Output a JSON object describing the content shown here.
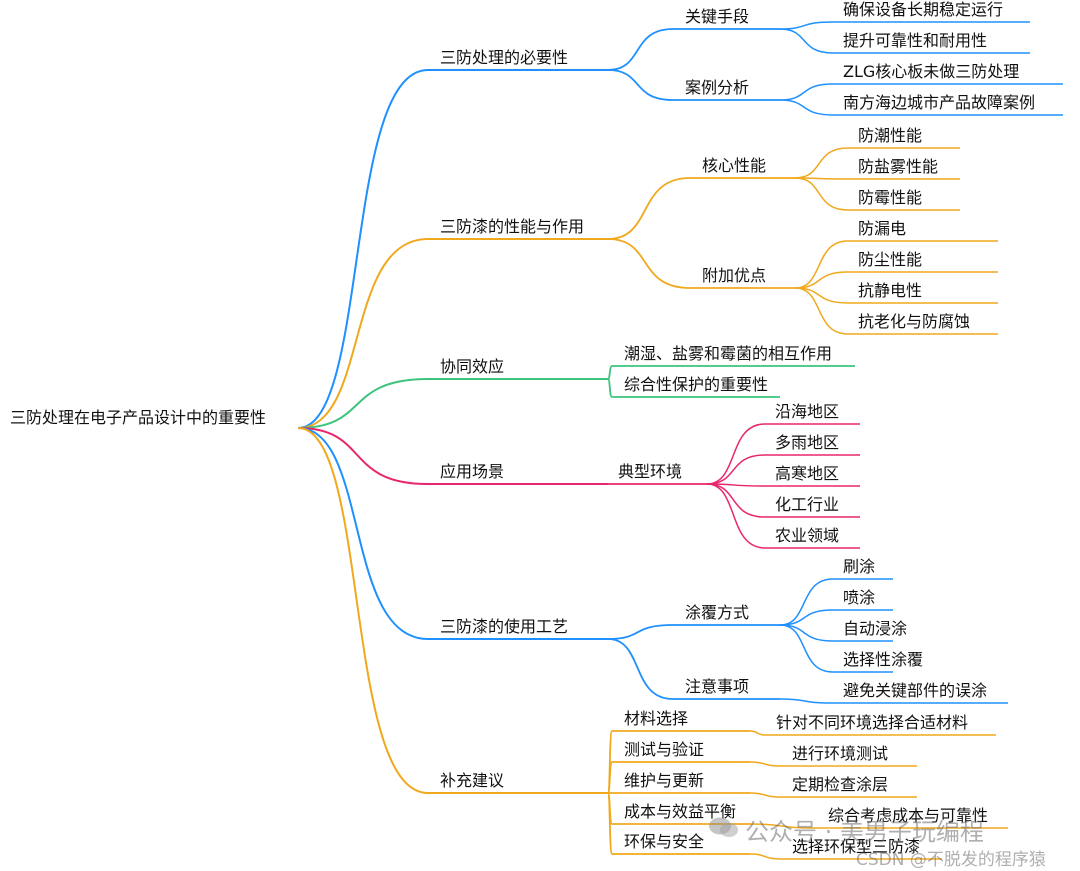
{
  "root": "三防处理在电子产品设计中的重要性",
  "colors": {
    "blue": "#1e90ff",
    "orange": "#f0a81c",
    "green": "#3cc47c",
    "pink": "#e8266d"
  },
  "branches": [
    {
      "label": "三防处理的必要性",
      "color": "#1e90ff",
      "children": [
        {
          "label": "关键手段",
          "children": [
            "确保设备长期稳定运行",
            "提升可靠性和耐用性"
          ]
        },
        {
          "label": "案例分析",
          "children": [
            "ZLG核心板未做三防处理",
            "南方海边城市产品故障案例"
          ]
        }
      ]
    },
    {
      "label": "三防漆的性能与作用",
      "color": "#f0a81c",
      "children": [
        {
          "label": "核心性能",
          "children": [
            "防潮性能",
            "防盐雾性能",
            "防霉性能"
          ]
        },
        {
          "label": "附加优点",
          "children": [
            "防漏电",
            "防尘性能",
            "抗静电性",
            "抗老化与防腐蚀"
          ]
        }
      ]
    },
    {
      "label": "协同效应",
      "color": "#3cc47c",
      "children": [
        {
          "label": "潮湿、盐雾和霉菌的相互作用",
          "children": []
        },
        {
          "label": "综合性保护的重要性",
          "children": []
        }
      ]
    },
    {
      "label": "应用场景",
      "color": "#e8266d",
      "children": [
        {
          "label": "典型环境",
          "children": [
            "沿海地区",
            "多雨地区",
            "高寒地区",
            "化工行业",
            "农业领域"
          ]
        }
      ]
    },
    {
      "label": "三防漆的使用工艺",
      "color": "#1e90ff",
      "children": [
        {
          "label": "涂覆方式",
          "children": [
            "刷涂",
            "喷涂",
            "自动浸涂",
            "选择性涂覆"
          ]
        },
        {
          "label": "注意事项",
          "children": [
            "避免关键部件的误涂"
          ]
        }
      ]
    },
    {
      "label": "补充建议",
      "color": "#f0a81c",
      "children": [
        {
          "label": "材料选择",
          "children": [
            "针对不同环境选择合适材料"
          ]
        },
        {
          "label": "测试与验证",
          "children": [
            "进行环境测试"
          ]
        },
        {
          "label": "维护与更新",
          "children": [
            "定期检查涂层"
          ]
        },
        {
          "label": "成本与效益平衡",
          "children": [
            "综合考虑成本与可靠性"
          ]
        },
        {
          "label": "环保与安全",
          "children": [
            "选择环保型三防漆"
          ]
        }
      ]
    }
  ],
  "watermark": {
    "line1": "公众号 · 美男子玩编程",
    "line2": "CSDN @不脱发的程序猿"
  }
}
